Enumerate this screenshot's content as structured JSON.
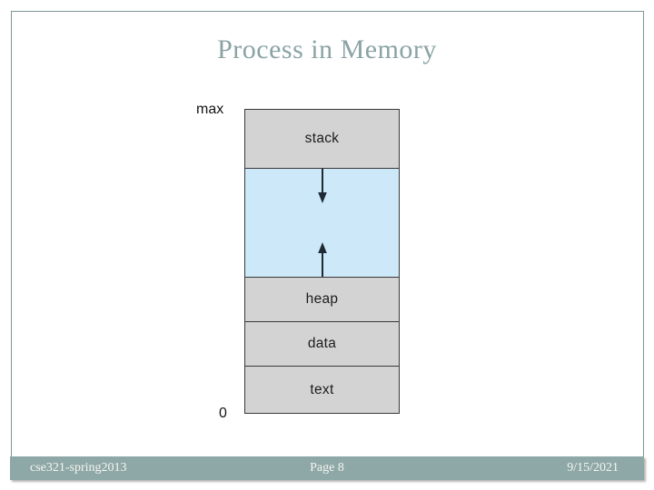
{
  "slide": {
    "title": "Process in Memory"
  },
  "diagram": {
    "top_address_label": "max",
    "bottom_address_label": "0",
    "segments": [
      {
        "label": "stack",
        "kind": "used"
      },
      {
        "label": "",
        "kind": "hole",
        "arrows": [
          "stack-grows-down",
          "heap-grows-up"
        ]
      },
      {
        "label": "heap",
        "kind": "used"
      },
      {
        "label": "data",
        "kind": "used"
      },
      {
        "label": "text",
        "kind": "used"
      }
    ]
  },
  "footer": {
    "course": "cse321-spring2013",
    "page": "Page 8",
    "date": "9/15/2021"
  },
  "colors": {
    "title_text": "#8ba3a4",
    "slide_border": "#7e9696",
    "segment_gray": "#d3d3d3",
    "segment_hole_blue": "#cde8f9",
    "segment_border": "#383838",
    "arrow": "#1f2933",
    "footer_bar": "#8ea8a8",
    "footer_text": "#f6f6ee"
  }
}
